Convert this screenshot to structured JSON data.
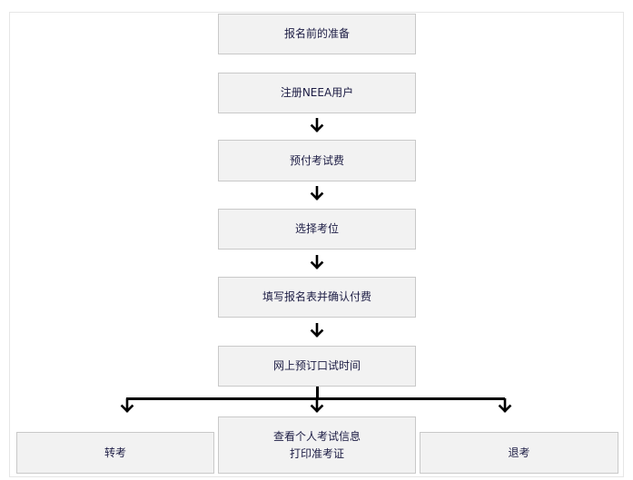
{
  "flow": {
    "step1": "报名前的准备",
    "step2": "注册NEEA用户",
    "step3": "预付考试费",
    "step4": "选择考位",
    "step5": "填写报名表并确认付费",
    "step6": "网上预订口试时间"
  },
  "branches": {
    "left": "转考",
    "center_line1": "查看个人考试信息",
    "center_line2": "打印准考证",
    "right": "退考"
  },
  "colors": {
    "box_fill": "#f2f2f2",
    "box_border": "#c9c9c9",
    "text": "#1c1c44",
    "arrow": "#000000"
  }
}
